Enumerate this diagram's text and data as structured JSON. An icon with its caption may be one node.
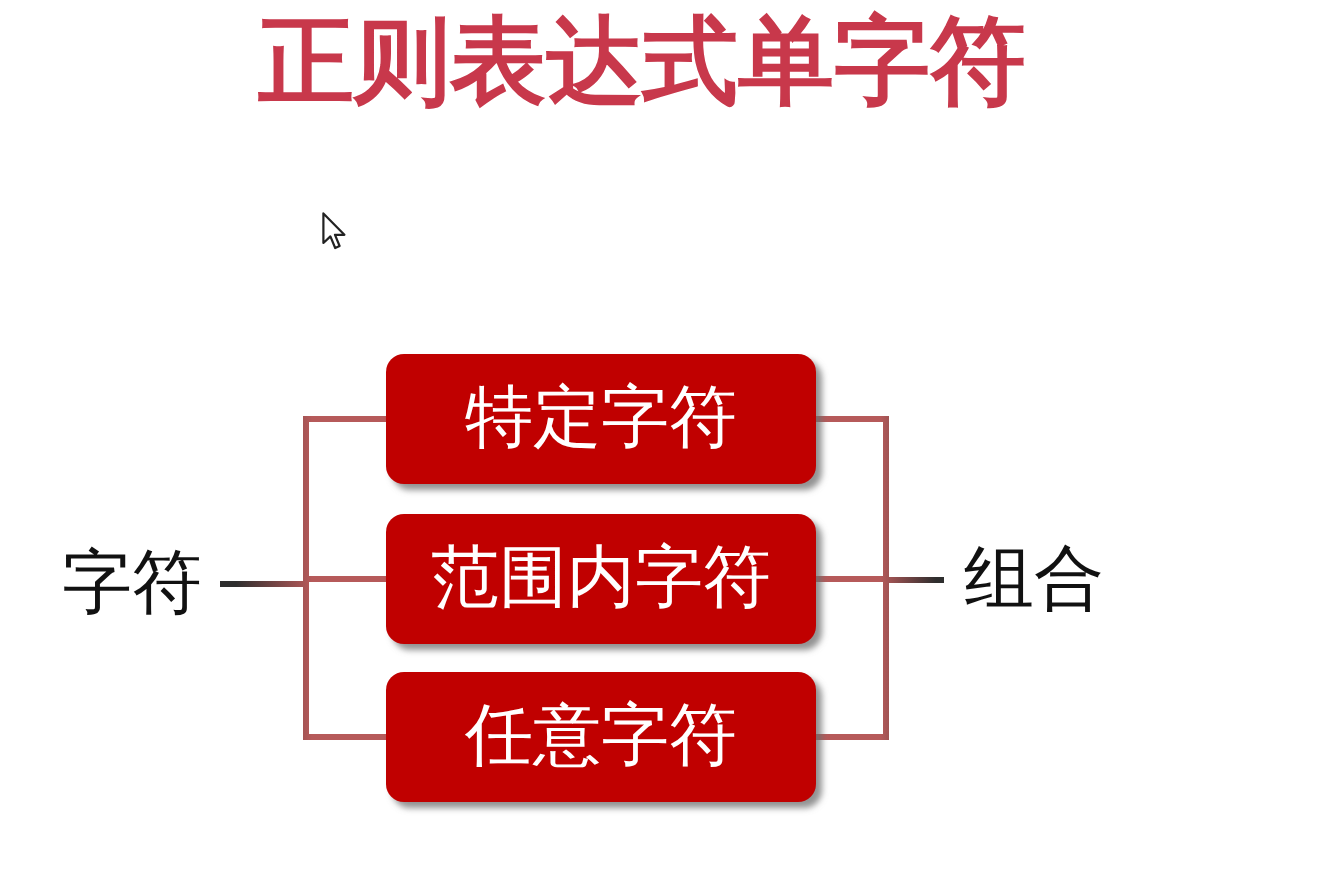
{
  "diagram": {
    "title": "正则表达式单字符",
    "nodes": [
      {
        "text": [
          "字符"
        ]
      },
      {
        "text": [
          "特定字符"
        ]
      },
      {
        "text": [
          "范围内字符"
        ]
      },
      {
        "text": [
          "任意字符"
        ]
      },
      {
        "text": [
          "组合"
        ]
      }
    ],
    "edges": [
      {
        "from": 0,
        "to": 1,
        "arrow": "none"
      },
      {
        "from": 0,
        "to": 2,
        "arrow": "none"
      },
      {
        "from": 0,
        "to": 3,
        "arrow": "none"
      },
      {
        "from": 1,
        "to": 4,
        "arrow": "none"
      },
      {
        "from": 2,
        "to": 4,
        "arrow": "none"
      },
      {
        "from": 3,
        "to": 4,
        "arrow": "none"
      }
    ]
  }
}
